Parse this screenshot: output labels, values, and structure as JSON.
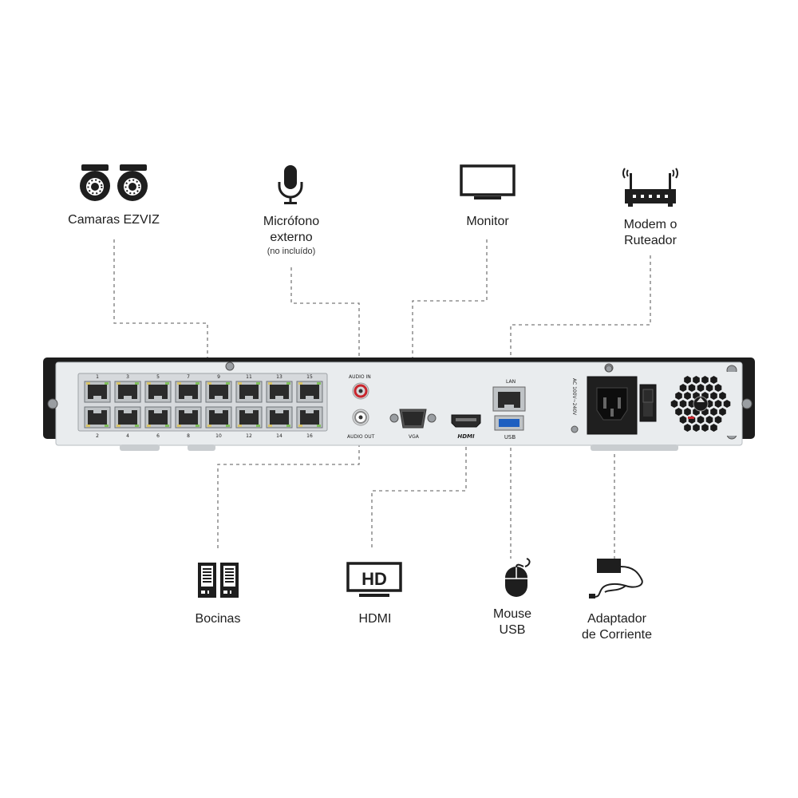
{
  "devices": {
    "cameras": {
      "label": "Camaras EZVIZ",
      "icon": "security-camera-icon"
    },
    "microphone": {
      "label_line1": "Micrófono",
      "label_line2": "externo",
      "note": "(no incluído)",
      "icon": "microphone-icon"
    },
    "monitor": {
      "label": "Monitor",
      "icon": "monitor-icon"
    },
    "router": {
      "label_line1": "Modem o",
      "label_line2": "Ruteador",
      "icon": "router-icon"
    },
    "speakers": {
      "label": "Bocinas",
      "icon": "speakers-icon"
    },
    "hdmi": {
      "label": "HDMI",
      "icon": "hd-display-icon",
      "icon_text": "HD"
    },
    "mouse": {
      "label_line1": "Mouse",
      "label_line2": "USB",
      "icon": "mouse-icon"
    },
    "power": {
      "label_line1": "Adaptador",
      "label_line2": "de Corriente",
      "icon": "power-adapter-icon"
    }
  },
  "panel": {
    "port_numbers_top": [
      "1",
      "3",
      "5",
      "7",
      "9",
      "11",
      "13",
      "15"
    ],
    "port_numbers_bottom": [
      "2",
      "4",
      "6",
      "8",
      "10",
      "12",
      "14",
      "16"
    ],
    "audio_in": "AUDIO IN",
    "audio_out": "AUDIO OUT",
    "vga": "VGA",
    "hdmi": "HDMI",
    "lan": "LAN",
    "usb": "USB",
    "ac_rating": "AC 100V~240V"
  },
  "colors": {
    "chassis": "#1c1c1c",
    "panel": "#e9ecee",
    "audio_in_ring": "#c8262d",
    "usb_blue": "#1e5fc0",
    "connector_line": "#7a7a7a"
  }
}
